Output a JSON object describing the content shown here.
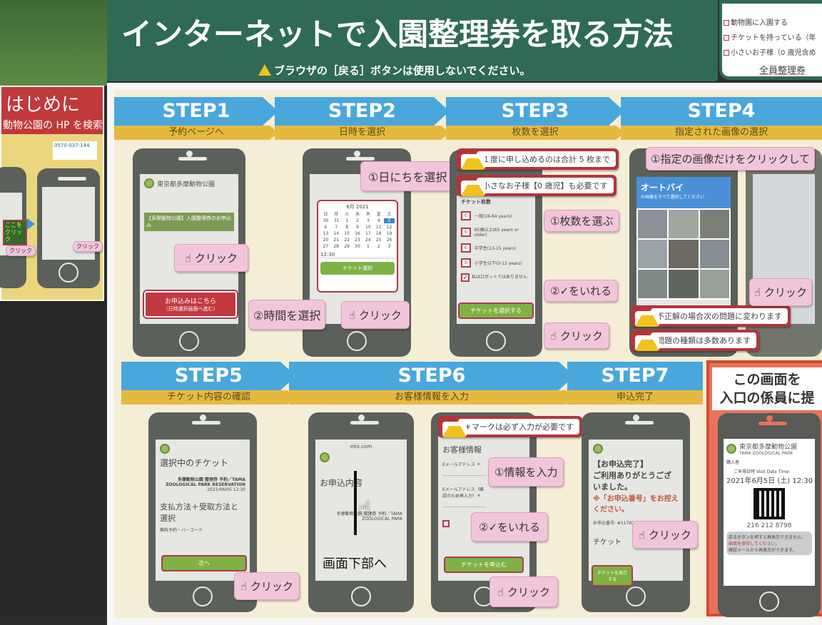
{
  "banner": {
    "title": "インターネットで入園整理券を取る方法",
    "warning": "ブラウザの［戻る］ボタンは使用しないでください。"
  },
  "checklist": {
    "items": [
      "動物園に入園する",
      "チケットを持っている（年",
      "小さいお子様（0 歳児含め"
    ],
    "footer": "全員整理券"
  },
  "intro": {
    "title": "はじめに",
    "subtitle": "動物公園の HP を検索",
    "phone_tel": "0570-037-144",
    "click": "クリック",
    "here_click": "ここをクリック"
  },
  "steps": [
    {
      "label": "STEP1",
      "sub": "予約ページへ"
    },
    {
      "label": "STEP2",
      "sub": "日時を選択"
    },
    {
      "label": "STEP3",
      "sub": "枚数を選択"
    },
    {
      "label": "STEP4",
      "sub": "指定された画像の選択"
    },
    {
      "label": "STEP5",
      "sub": "チケット内容の確認"
    },
    {
      "label": "STEP6",
      "sub": "お客様情報を入力"
    },
    {
      "label": "STEP7",
      "sub": "申込完了"
    }
  ],
  "click": "クリック",
  "step1": {
    "site": "東京都多摩動物公園",
    "heading": "【多摩動物公園】入園整理券のお申込み",
    "apply_button": "お申込みはこちら",
    "apply_sub": "（日時選択画面へ進む）"
  },
  "step2": {
    "month": "6月 2021",
    "weekdays": [
      "日",
      "月",
      "火",
      "水",
      "木",
      "金",
      "土"
    ],
    "days": [
      "30",
      "31",
      "1",
      "2",
      "3",
      "4",
      "5",
      "6",
      "7",
      "8",
      "9",
      "10",
      "11",
      "12",
      "13",
      "14",
      "15",
      "16",
      "17",
      "18",
      "19",
      "20",
      "21",
      "22",
      "23",
      "24",
      "25",
      "26",
      "27",
      "28",
      "29",
      "30",
      "1",
      "2",
      "3"
    ],
    "time": "12:30",
    "select_button": "チケット選択",
    "callout_date": "①日にちを選択",
    "callout_time": "②時間を選択"
  },
  "step3": {
    "warn1": "１度に申し込めるのは合計 5 枚まで",
    "warn2": "小さなお子様【0 歳児】も必要です",
    "heading": "チケット枚数",
    "rows": [
      {
        "qty": "0",
        "label": "一般(16-64 years)"
      },
      {
        "qty": "0",
        "label": "65歳以上(65 years or older)"
      },
      {
        "qty": "0",
        "label": "中学生(13-15 years)"
      },
      {
        "qty": "0",
        "label": "小学生以下(0-12 years)"
      }
    ],
    "robot": "私はロボットではありません",
    "button": "チケットを選択する",
    "callout_qty": "①枚数を選ぶ",
    "callout_check": "②✓をいれる"
  },
  "step4": {
    "captcha_title": "オートバイ",
    "captcha_sub": "の画像をすべて選択してください",
    "callout": "①指定の画像だけをクリックして",
    "warn1": "不正解の場合次の問題に変わります",
    "warn2": "問題の種類は多数あります"
  },
  "step5": {
    "heading": "選択中のチケット",
    "ticket": "多摩動物公園 整理券 予約／TAMA ZOOLOGICAL PARK RESERVATION",
    "datetime": "2021/06/05 12:30",
    "payment": "支払方法＋受取方法と選択",
    "option": "無料予約・バーコード",
    "next": "次へ"
  },
  "step6": {
    "url": "etix.com",
    "heading": "お申込内容",
    "ticket": "多摩動物公園 整理券 予約／TAMA ZOOLOGICAL PARK",
    "scroll": "画面下部へ",
    "warn": "＊マークは必ず入力が必要です",
    "form_title": "お客様情報",
    "email": "Eメールアドレス ＊",
    "email_confirm": "Eメールアドレス（確認のため再入力）＊",
    "submit": "チケットを申込む",
    "callout_info": "①情報を入力",
    "callout_check": "②✓をいれる"
  },
  "step7": {
    "done1": "【お申込完了】",
    "done2": "ご利用ありがとうございました。",
    "note": "※「お申込番号」をお控えください。",
    "order": "お申込番号: #11792860",
    "ticket_label": "チケット",
    "button": "チケットを表示する"
  },
  "final": {
    "title1": "この画面を",
    "title2": "入口の係員に提",
    "park": "東京都多摩動物公園",
    "park_en": "TAMA ZOOLOGICAL PARK",
    "buyer": "購入者",
    "visit_label": "ご来場日時 Visit Date Time:",
    "visit": "2021年6月5日 (土) 12:30",
    "code": "216 212 8798",
    "note1": "戻るボタンを押すと再表示できません。",
    "note2": "画面を保存してください。",
    "note3": "確認メールから再表示ができます。"
  }
}
